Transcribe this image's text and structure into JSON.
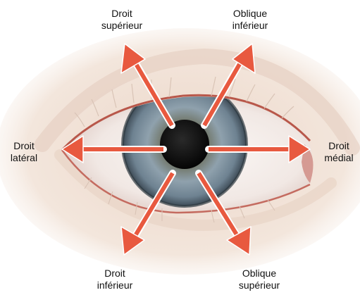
{
  "labels": {
    "superior_rectus": {
      "line1": "Droit",
      "line2": "supérieur"
    },
    "inferior_oblique": {
      "line1": "Oblique",
      "line2": "inférieur"
    },
    "lateral_rectus": {
      "line1": "Droit",
      "line2": "latéral"
    },
    "medial_rectus": {
      "line1": "Droit",
      "line2": "médial"
    },
    "inferior_rectus": {
      "line1": "Droit",
      "line2": "inférieur"
    },
    "superior_oblique": {
      "line1": "Oblique",
      "line2": "supérieur"
    }
  },
  "colors": {
    "arrow": "#e8593f",
    "arrow_outline": "#ffffff",
    "iris": "#7d8e9a",
    "pupil": "#0d0d0d",
    "eyelid_rim": "#b8574a",
    "skin": "#f1e2d6"
  }
}
